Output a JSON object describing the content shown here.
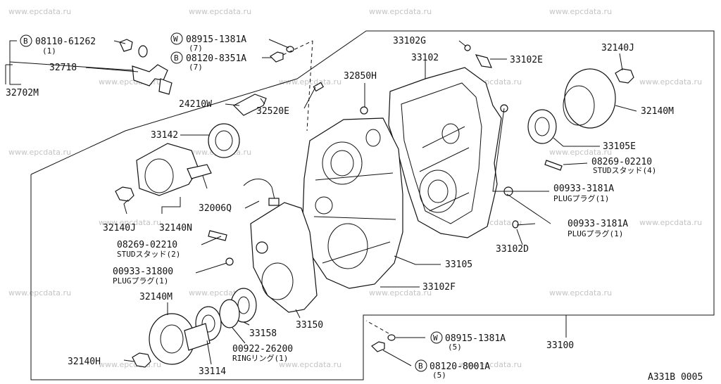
{
  "watermark": "www.epcdata.ru",
  "diagram_id": "A331B 0005",
  "labels": {
    "p32702M": "32702M",
    "b1_code": "08110-61262",
    "b1_qty": "(1)",
    "p32718": "32718",
    "w1_code": "08915-1381A",
    "w1_qty": "(7)",
    "b2_code": "08120-8351A",
    "b2_qty": "(7)",
    "p24210W": "24210W",
    "p32520E": "32520E",
    "p32850H": "32850H",
    "p33102G": "33102G",
    "p33102": "33102",
    "p33102E": "33102E",
    "p32140J_r": "32140J",
    "p32140M_r": "32140M",
    "p33105E": "33105E",
    "p08269_r": "08269-02210",
    "stud_r": "STUDスタッド(4)",
    "p00933_a": "00933-3181A",
    "plug_a": "PLUGプラグ(1)",
    "p00933_b": "00933-3181A",
    "plug_b": "PLUGプラグ(1)",
    "p33102D": "33102D",
    "p33142": "33142",
    "p32006Q": "32006Q",
    "p32140J_l": "32140J",
    "p32140N": "32140N",
    "p08269_l": "08269-02210",
    "stud_l": "STUDスタッド(2)",
    "p00933_c": "00933-31800",
    "plug_c": "PLUGプラグ(1)",
    "p33105": "33105",
    "p33102F": "33102F",
    "p32140M_l": "32140M",
    "p33158": "33158",
    "p33150": "33150",
    "p00922": "00922-26200",
    "ring": "RINGリング(1)",
    "p32140H": "32140H",
    "p33114": "33114",
    "w2_code": "08915-1381A",
    "w2_qty": "(5)",
    "b3_code": "08120-8001A",
    "b3_qty": "(5)",
    "p33100": "33100"
  },
  "markers": {
    "bolt": "B",
    "washer": "W"
  }
}
